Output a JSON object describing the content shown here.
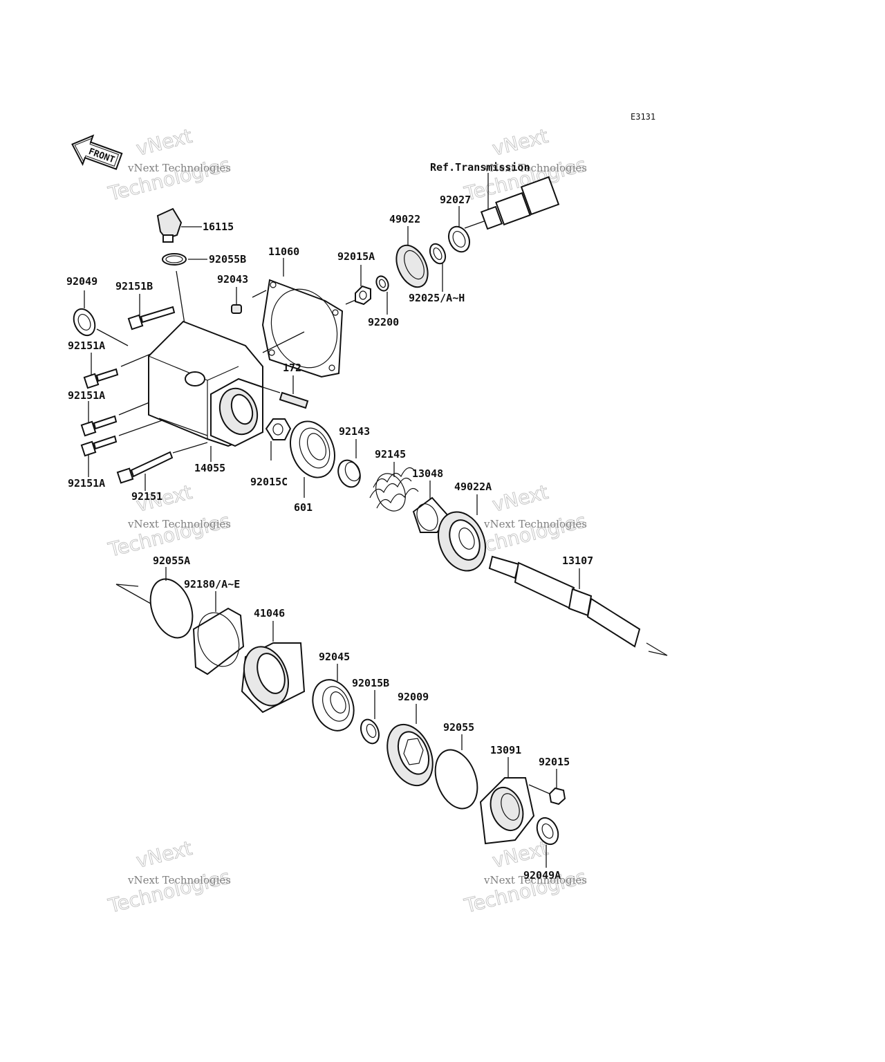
{
  "diagram": {
    "code": "E3131",
    "front_label": "FRONT",
    "reference_label": "Ref.Transmission",
    "watermark": {
      "line1": "vNext Technologies",
      "line2": "vNext",
      "line3": "Technologies"
    },
    "parts": [
      {
        "id": "p-16115",
        "label": "16115"
      },
      {
        "id": "p-92055B",
        "label": "92055B"
      },
      {
        "id": "p-11060",
        "label": "11060"
      },
      {
        "id": "p-92043",
        "label": "92043"
      },
      {
        "id": "p-92049",
        "label": "92049"
      },
      {
        "id": "p-92151B",
        "label": "92151B"
      },
      {
        "id": "p-92151A-1",
        "label": "92151A"
      },
      {
        "id": "p-92151A-2",
        "label": "92151A"
      },
      {
        "id": "p-92151A-3",
        "label": "92151A"
      },
      {
        "id": "p-92151",
        "label": "92151"
      },
      {
        "id": "p-14055",
        "label": "14055"
      },
      {
        "id": "p-172",
        "label": "172"
      },
      {
        "id": "p-92015C",
        "label": "92015C"
      },
      {
        "id": "p-601",
        "label": "601"
      },
      {
        "id": "p-92015A",
        "label": "92015A"
      },
      {
        "id": "p-92200",
        "label": "92200"
      },
      {
        "id": "p-49022",
        "label": "49022"
      },
      {
        "id": "p-92025",
        "label": "92025/A~H"
      },
      {
        "id": "p-92027",
        "label": "92027"
      },
      {
        "id": "p-92143",
        "label": "92143"
      },
      {
        "id": "p-92145",
        "label": "92145"
      },
      {
        "id": "p-13048",
        "label": "13048"
      },
      {
        "id": "p-49022A",
        "label": "49022A"
      },
      {
        "id": "p-13107",
        "label": "13107"
      },
      {
        "id": "p-92055A",
        "label": "92055A"
      },
      {
        "id": "p-92180",
        "label": "92180/A~E"
      },
      {
        "id": "p-41046",
        "label": "41046"
      },
      {
        "id": "p-92045",
        "label": "92045"
      },
      {
        "id": "p-92015B",
        "label": "92015B"
      },
      {
        "id": "p-92009",
        "label": "92009"
      },
      {
        "id": "p-92055",
        "label": "92055"
      },
      {
        "id": "p-13091",
        "label": "13091"
      },
      {
        "id": "p-92015",
        "label": "92015"
      },
      {
        "id": "p-92049A",
        "label": "92049A"
      }
    ]
  }
}
